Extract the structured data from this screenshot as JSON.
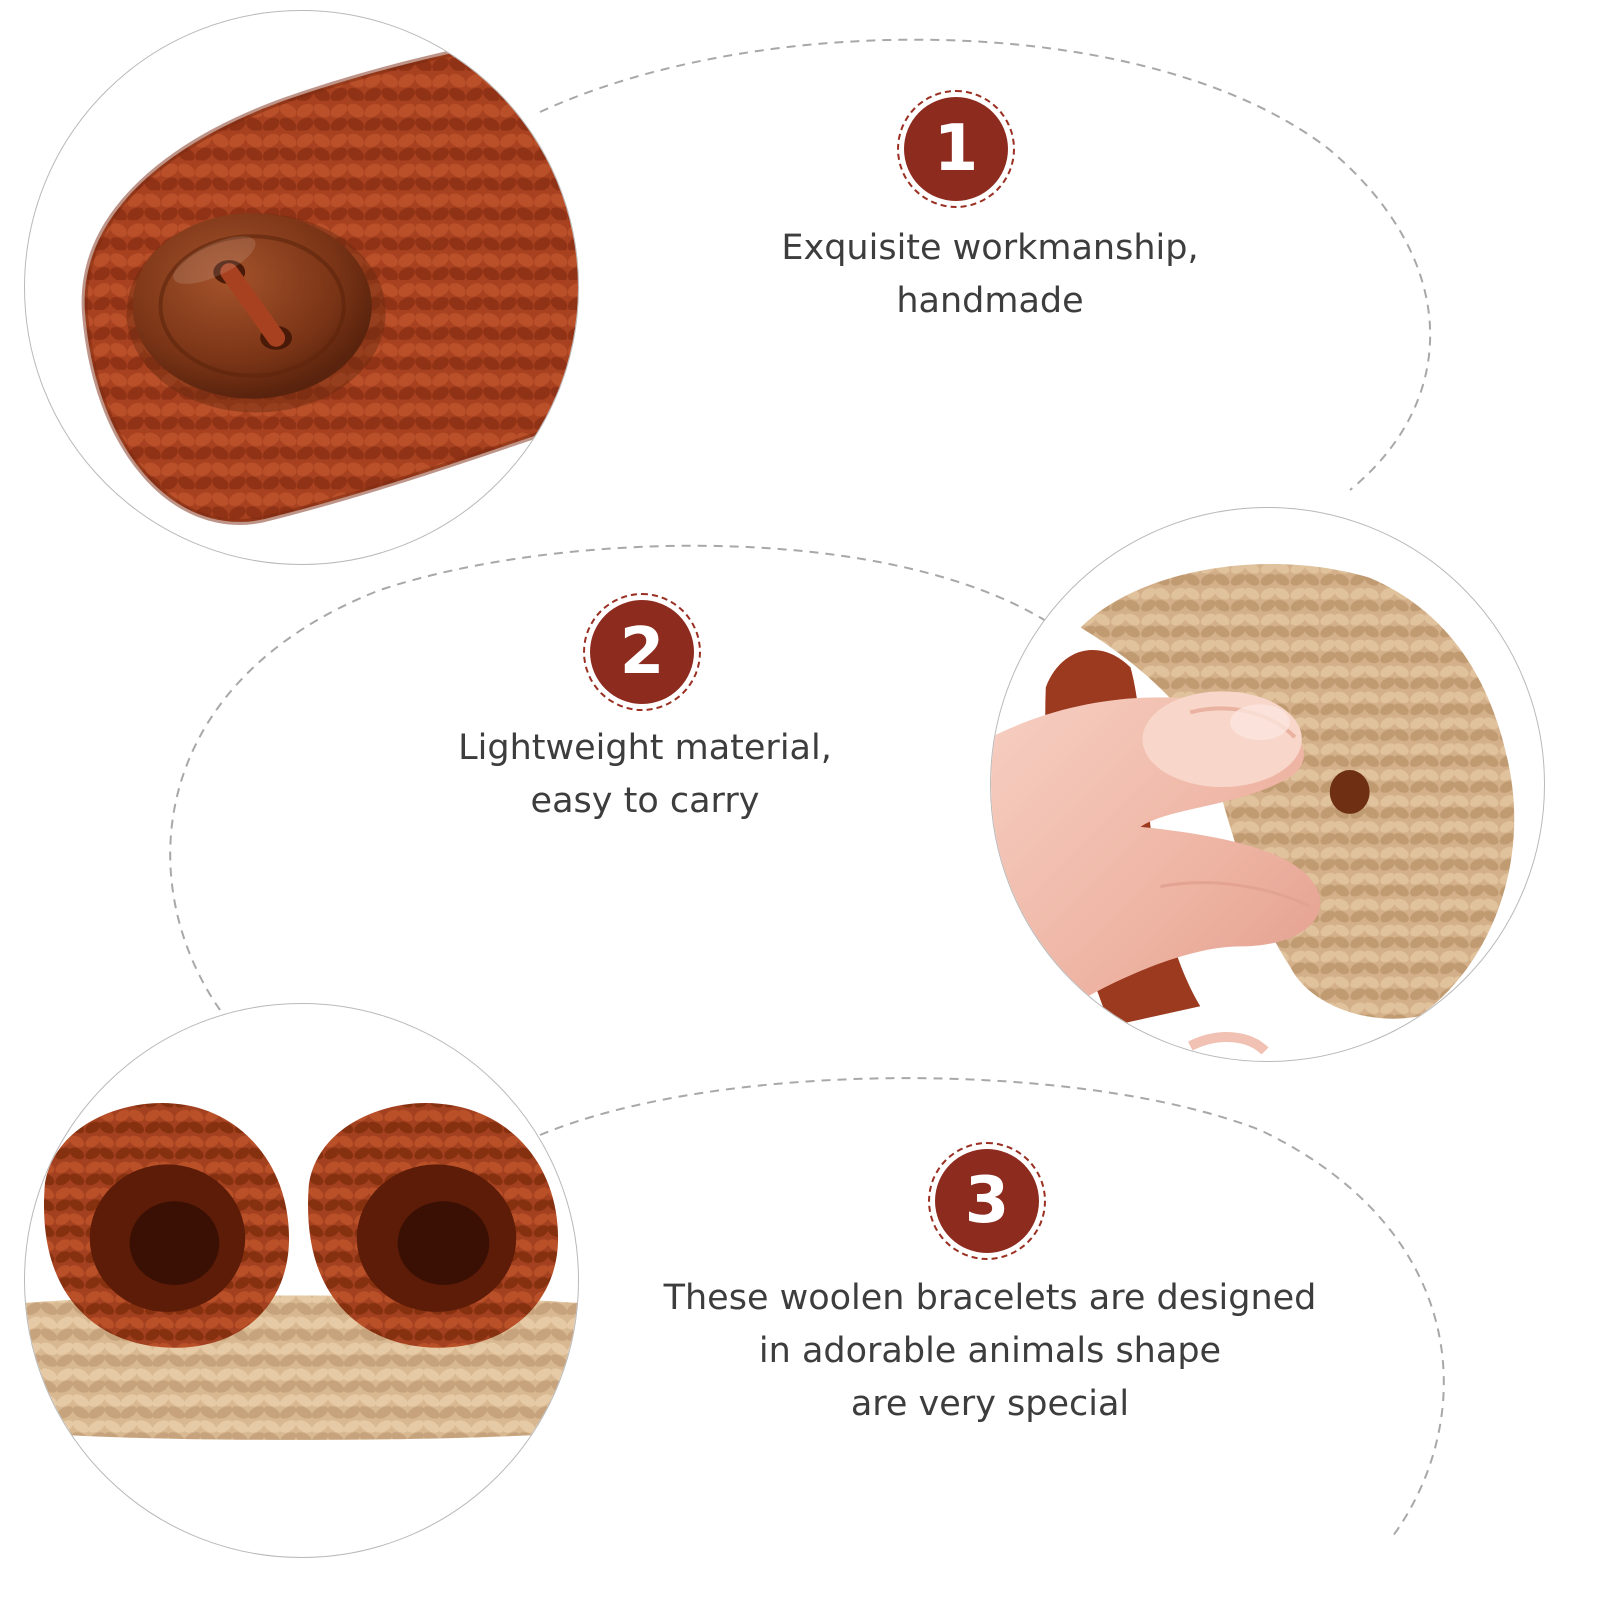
{
  "features": [
    {
      "number": "1",
      "lines": [
        "Exquisite workmanship,",
        "handmade"
      ]
    },
    {
      "number": "2",
      "lines": [
        "Lightweight material,",
        "easy to carry"
      ]
    },
    {
      "number": "3",
      "lines": [
        "These woolen bracelets are designed",
        "in adorable animals shape",
        "are very special"
      ]
    }
  ],
  "colors": {
    "badge": "#8e2b1f",
    "rust_yarn": "#9b3a1f",
    "beige_yarn": "#d6b48c",
    "button": "#7d3818",
    "text": "#3d3d3d",
    "dashed_line": "#a8a8a8"
  }
}
